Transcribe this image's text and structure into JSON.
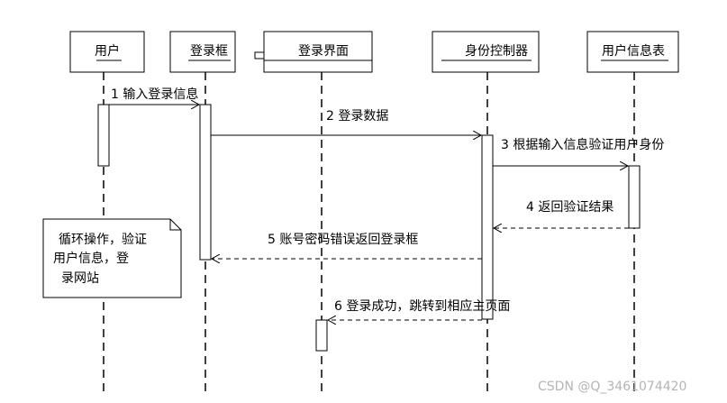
{
  "participants": [
    {
      "id": "user",
      "label": "用户"
    },
    {
      "id": "login_box",
      "label": "登录框"
    },
    {
      "id": "login_ui",
      "label": "登录界面"
    },
    {
      "id": "auth",
      "label": "身份控制器"
    },
    {
      "id": "user_table",
      "label": "用户信息表"
    }
  ],
  "messages": [
    {
      "id": "m1",
      "label": "1 输入登录信息",
      "from": "user",
      "to": "login_box",
      "style": "solid"
    },
    {
      "id": "m2",
      "label": "2 登录数据",
      "from": "login_box",
      "to": "auth",
      "style": "solid"
    },
    {
      "id": "m3",
      "label": "3 根据输入信息验证用户身份",
      "from": "auth",
      "to": "user_table",
      "style": "solid"
    },
    {
      "id": "m4",
      "label": "4 返回验证结果",
      "from": "user_table",
      "to": "auth",
      "style": "dashed"
    },
    {
      "id": "m5",
      "label": "5 账号密码错误返回登录框",
      "from": "auth",
      "to": "login_box",
      "style": "dashed"
    },
    {
      "id": "m6",
      "label": "6 登录成功，跳转到相应主页面",
      "from": "auth",
      "to": "login_ui",
      "style": "dashed"
    }
  ],
  "note": {
    "lines": [
      "循环操作，验证",
      "用户信息，登",
      "录网站"
    ]
  },
  "watermark": "CSDN @Q_3461074420"
}
